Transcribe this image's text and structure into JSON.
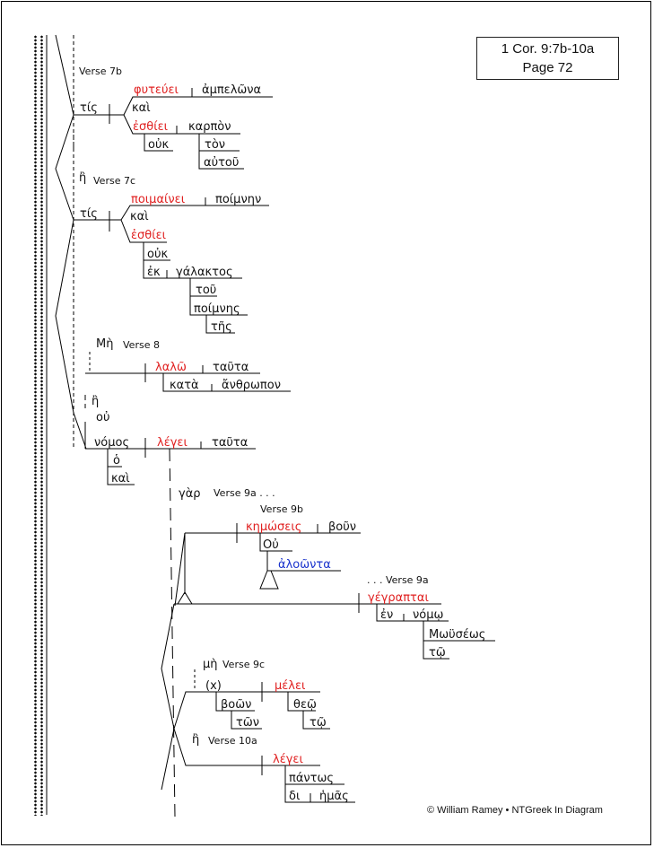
{
  "reference": {
    "line1": "1 Cor. 9:7b-10a",
    "line2": "Page 72"
  },
  "credit": "© William Ramey • NTGreek In Diagram",
  "labels": {
    "v7b": "Verse 7b",
    "v7c": "Verse 7c",
    "v8": "Verse 8",
    "v9a_cont": "Verse 9a . . .",
    "v9b": "Verse 9b",
    "v9a_end": ". . . Verse 9a",
    "v9c": "Verse 9c",
    "v10a": "Verse 10a"
  },
  "words": {
    "tis1": "τίς",
    "phyteuei": "φυτεύει",
    "ampelona": "ἀμπελῶνα",
    "kai1": "καὶ",
    "esthiei1": "ἐσθίει",
    "karpon": "καρπὸν",
    "ouk1": "οὐκ",
    "ton1": "τὸν",
    "autou": "αὐτοῦ",
    "e1": "ἢ",
    "tis2": "τίς",
    "poimainei": "ποιμαίνει",
    "poimnen": "ποίμνην",
    "kai2": "καὶ",
    "esthiei2": "ἐσθίει",
    "ouk2": "οὐκ",
    "ek": "ἐκ",
    "galaktos": "γάλακτος",
    "tou": "τοῦ",
    "poimnes": "ποίμνης",
    "tes": "τῆς",
    "me1": "Μὴ",
    "lalo": "λαλῶ",
    "tauta1": "ταῦτα",
    "kata": "κατὰ",
    "anthropon": "ἄνθρωπον",
    "e2": "ἢ",
    "ou1": "οὐ",
    "nomos": "νόμος",
    "legei1": "λέγει",
    "tauta2": "ταῦτα",
    "ho": "ὁ",
    "kai3": "καὶ",
    "gar": "γὰρ",
    "kemoseis": "κημώσεις",
    "boun": "βοῦν",
    "ou2": "Οὐ",
    "aloonta": "ἀλοῶντα",
    "gegraptai": "γέγραπται",
    "en": "ἐν",
    "nomo": "νόμῳ",
    "moyseos": "Μωϋσέως",
    "to1": "τῷ",
    "me2": "μὴ",
    "x": "(x)",
    "melei": "μέλει",
    "boon": "βοῶν",
    "theo": "θεῷ",
    "ton2": "τῶν",
    "to2": "τῷ",
    "e3": "ἢ",
    "legei2": "λέγει",
    "pantos": "πάντως",
    "di": "δι",
    "hemas": "ἡμᾶς"
  }
}
